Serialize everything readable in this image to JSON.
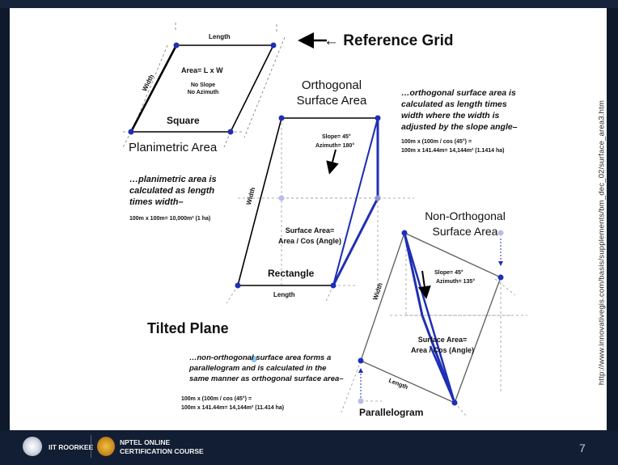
{
  "reference_grid": {
    "title": "← Reference Grid"
  },
  "square_panel": {
    "top_label": "Length",
    "side_label": "Width",
    "formula": "Area= L x W",
    "no_slope": "No Slope",
    "no_azimuth": "No Azimuth",
    "shape_label": "Square",
    "heading": "Planimetric Area",
    "desc_line1": "…planimetric area is",
    "desc_line2": "calculated as length",
    "desc_line3": "times width–",
    "calc": "100m x 100m= 10,000m² (1 ha)"
  },
  "orthogonal_panel": {
    "heading_line1": "Orthogonal",
    "heading_line2": "Surface Area",
    "slope": "Slope= 45°",
    "azimuth": "Azimuth= 180°",
    "side_label": "Width",
    "formula_line1": "Surface Area=",
    "formula_line2": "Area / Cos (Angle)",
    "shape_label": "Rectangle",
    "bottom_label": "Length",
    "desc_line1": "…orthogonal surface area is",
    "desc_line2": "calculated as length times",
    "desc_line3": "width where the width is",
    "desc_line4": "adjusted by the slope angle–",
    "calc_line1": "100m x (100m / cos (45°) =",
    "calc_line2": "100m x 141.44m= 14,144m²  (1.1414 ha)"
  },
  "non_orthogonal_panel": {
    "heading_line1": "Non-Orthogonal",
    "heading_line2": "Surface Area",
    "slope": "Slope= 45°",
    "azimuth": "Azimuth= 135°",
    "side_label": "Width",
    "formula_line1": "Surface Area=",
    "formula_line2": "Area / Cos (Angle)",
    "bottom_label": "Length",
    "shape_label": "Parallelogram"
  },
  "tilted_plane": {
    "heading": "Tilted Plane",
    "desc_line1": "…non-orthogonal surface area forms a",
    "desc_line2": "parallelogram and is calculated in the",
    "desc_line3": "same manner as orthogonal surface area–",
    "calc_line1": "100m x (100m / cos (45°) =",
    "calc_line2": "100m x 141.44m= 14,144m² (11.414 ha)"
  },
  "side_url": "http://www.innovativegis.com/basis/supplements/bm_dec_02/surface_area3.htm",
  "footer": {
    "institute": "IIT ROORKEE",
    "course_line1": "NPTEL ONLINE",
    "course_line2": "CERTIFICATION COURSE",
    "page_number": "7"
  },
  "colors": {
    "accent_blue": "#1f2fb5",
    "footer_bg": "#121e33",
    "grid_dash": "#8a8a8a"
  }
}
